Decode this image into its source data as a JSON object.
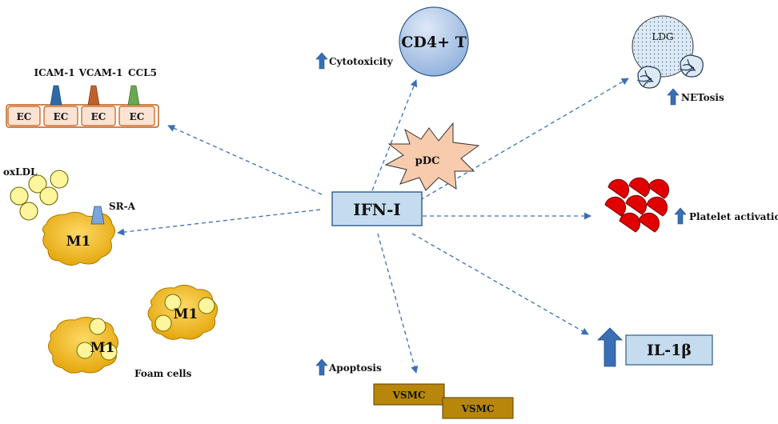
{
  "center": {
    "label": "IFN-I"
  },
  "pdc": {
    "label": "pDC"
  },
  "cd4": {
    "label": "CD4+ T",
    "effect": "Cytotoxicity"
  },
  "ldg": {
    "label": "LDG",
    "effect": "NETosis"
  },
  "platelet": {
    "effect": "Platelet activation"
  },
  "il1b": {
    "label": "IL-1β"
  },
  "vsmc": {
    "labels": [
      "VSMC",
      "VSMC"
    ],
    "effect": "Apoptosis"
  },
  "endothelium": {
    "cells": [
      "EC",
      "EC",
      "EC",
      "EC"
    ],
    "molecules": [
      "ICAM-1",
      "VCAM-1",
      "CCL5"
    ],
    "molecule_colors": [
      "#2e6aa8",
      "#c0612b",
      "#6aa84f"
    ]
  },
  "macrophage": {
    "label": "M1",
    "ligand": "oxLDL",
    "receptor": "SR-A"
  },
  "foam": {
    "cells": [
      "M1",
      "M1"
    ],
    "label": "Foam cells"
  },
  "colors": {
    "arrow": "#3a6fb5",
    "ifn_fill": "#c5dcef",
    "cd4_fill": "#a9c4e6",
    "ec_fill": "#fbe3d4",
    "ec_stroke": "#c55a11",
    "macrophage": "#f4b400",
    "lipid": "#fff59d",
    "vsmc": "#b8860b",
    "platelet": "#e00000",
    "pdc_fill": "#f8cbad",
    "up_arrow": "#3a6fb5"
  }
}
